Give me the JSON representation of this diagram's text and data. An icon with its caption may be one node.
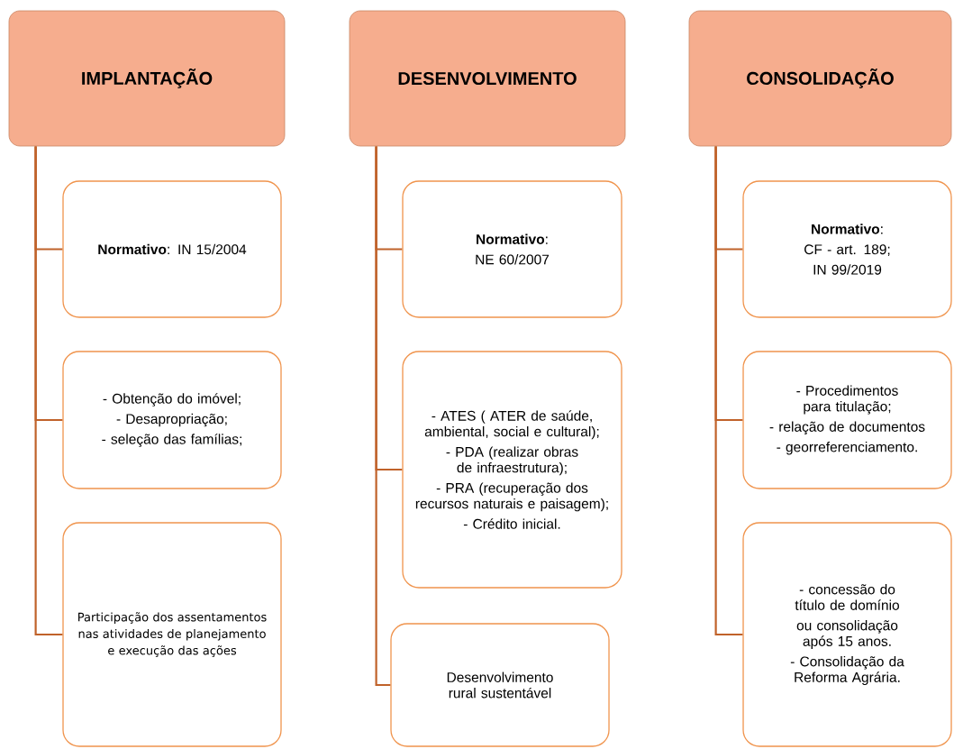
{
  "diagram": {
    "nodes": [
      {
        "text": [
          "IMPLANTAÇÃO"
        ]
      },
      {
        "text": [
          "**Normativo**: IN 15/2004"
        ]
      },
      {
        "text": [
          "- Obtenção do imóvel;",
          "- Desapropriação;",
          "- seleção das famílias;"
        ]
      },
      {
        "text": [
          "Participação dos assentamentos nas atividades de planejamento e execução das ações"
        ]
      },
      {
        "text": [
          "DESENVOLVIMENTO"
        ]
      },
      {
        "text": [
          "**Normativo**:",
          "NE 60/2007"
        ]
      },
      {
        "text": [
          "- ATES ( ATER de saúde, ambiental, social e cultural);",
          "- PDA (realizar obras de infraestrutura);",
          "- PRA (recuperação dos recursos naturais e paisagem);",
          "- Crédito inicial."
        ]
      },
      {
        "text": [
          "Desenvolvimento rural sustentável"
        ]
      },
      {
        "text": [
          "CONSOLIDAÇÃO"
        ]
      },
      {
        "text": [
          "**Normativo**:",
          "CF - art. 189;",
          "IN 99/2019"
        ]
      },
      {
        "text": [
          "- Procedimentos para titulação;",
          "- relação de documentos",
          "- georreferenciamento."
        ]
      },
      {
        "text": [
          "- concessão do título de domínio",
          "ou consolidação após 15 anos.",
          "- Consolidação da Reforma Agrária."
        ]
      }
    ],
    "edges": [
      {
        "from": 0,
        "to": 1,
        "arrow": "none"
      },
      {
        "from": 0,
        "to": 2,
        "arrow": "none"
      },
      {
        "from": 0,
        "to": 3,
        "arrow": "none"
      },
      {
        "from": 4,
        "to": 5,
        "arrow": "none"
      },
      {
        "from": 4,
        "to": 6,
        "arrow": "none"
      },
      {
        "from": 4,
        "to": 7,
        "arrow": "none"
      },
      {
        "from": 8,
        "to": 9,
        "arrow": "none"
      },
      {
        "from": 8,
        "to": 10,
        "arrow": "none"
      },
      {
        "from": 8,
        "to": 11,
        "arrow": "none"
      }
    ]
  }
}
